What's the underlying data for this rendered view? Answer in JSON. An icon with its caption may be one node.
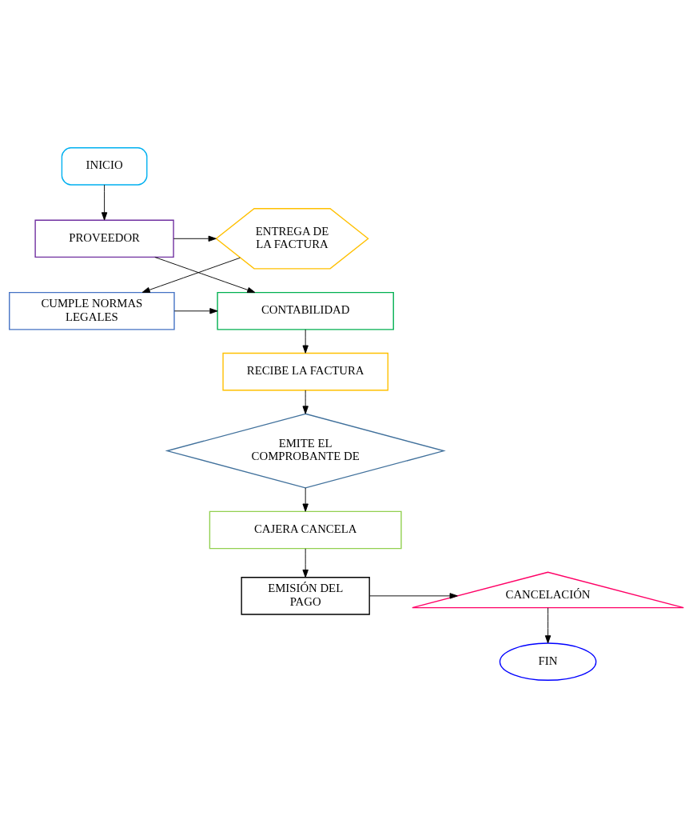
{
  "diagram": {
    "nodes": [
      {
        "text": [
          "INICIO"
        ]
      },
      {
        "text": [
          "PROVEEDOR"
        ]
      },
      {
        "text": [
          "ENTREGA DE LA FACTURA"
        ]
      },
      {
        "text": [
          "CUMPLE NORMAS LEGALES"
        ]
      },
      {
        "text": [
          "CONTABILIDAD"
        ]
      },
      {
        "text": [
          "RECIBE LA FACTURA"
        ]
      },
      {
        "text": [
          "EMITE EL COMPROBANTE DE"
        ]
      },
      {
        "text": [
          "CAJERA CANCELA"
        ]
      },
      {
        "text": [
          "EMISIÓN DEL PAGO"
        ]
      },
      {
        "text": [
          "CANCELACIÓN"
        ]
      },
      {
        "text": [
          "FIN"
        ]
      }
    ],
    "edges": [
      {
        "from": 0,
        "to": 1,
        "arrow": "to"
      },
      {
        "from": 1,
        "to": 2,
        "arrow": "to"
      },
      {
        "from": 1,
        "to": 4,
        "arrow": "to"
      },
      {
        "from": 2,
        "to": 3,
        "arrow": "to"
      },
      {
        "from": 3,
        "to": 4,
        "arrow": "to"
      },
      {
        "from": 4,
        "to": 5,
        "arrow": "to"
      },
      {
        "from": 5,
        "to": 6,
        "arrow": "to"
      },
      {
        "from": 6,
        "to": 7,
        "arrow": "to"
      },
      {
        "from": 7,
        "to": 8,
        "arrow": "to"
      },
      {
        "from": 8,
        "to": 9,
        "arrow": "to"
      },
      {
        "from": 9,
        "to": 10,
        "arrow": "to"
      }
    ]
  }
}
